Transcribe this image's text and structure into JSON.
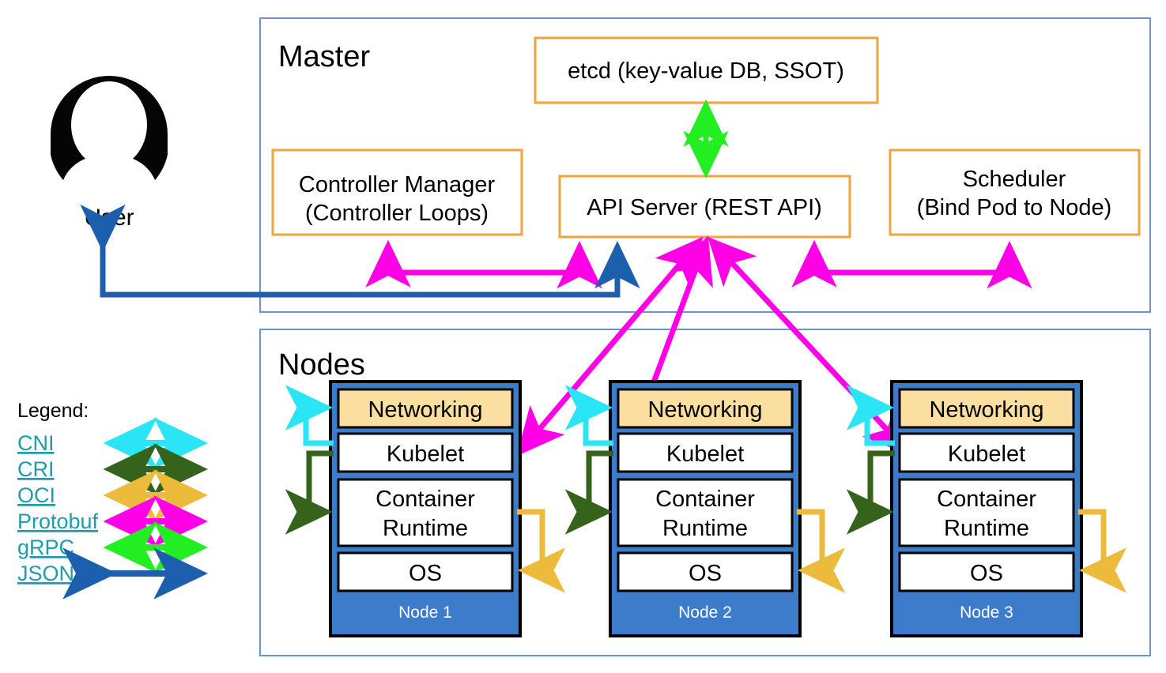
{
  "diagram": {
    "title_master": "Master",
    "title_nodes": "Nodes",
    "user": {
      "label": "User",
      "icon": "user-avatar-icon"
    },
    "master_boxes": {
      "etcd": "etcd (key-value DB, SSOT)",
      "controller_manager": "Controller Manager\n(Controller Loops)",
      "controller_manager_line1": "Controller Manager",
      "controller_manager_line2": "(Controller Loops)",
      "api_server": "API Server (REST API)",
      "scheduler_line1": "Scheduler",
      "scheduler_line2": "(Bind Pod to Node)"
    },
    "node_layer_labels": {
      "networking": "Networking",
      "kubelet": "Kubelet",
      "container_runtime_line1": "Container",
      "container_runtime_line2": "Runtime",
      "os": "OS"
    },
    "nodes": [
      {
        "name": "Node 1"
      },
      {
        "name": "Node 2"
      },
      {
        "name": "Node 3"
      }
    ],
    "legend": {
      "title": "Legend:",
      "items": [
        {
          "label": "CNI",
          "color": "#29E5F5"
        },
        {
          "label": "CRI",
          "color": "#35631C"
        },
        {
          "label": "OCI",
          "color": "#EDBB3C"
        },
        {
          "label": "Protobuf",
          "color": "#FF00E6"
        },
        {
          "label": "gRPC",
          "color": "#22EE22"
        },
        {
          "label": "JSON",
          "color": "#1C5FAD"
        }
      ]
    },
    "colors": {
      "container_border": "#6D93C9",
      "orange_border": "#F2A33C",
      "node_blue": "#3D7CCB",
      "networking_fill": "#FADFA0",
      "legend_link": "#1F9BAD"
    }
  }
}
